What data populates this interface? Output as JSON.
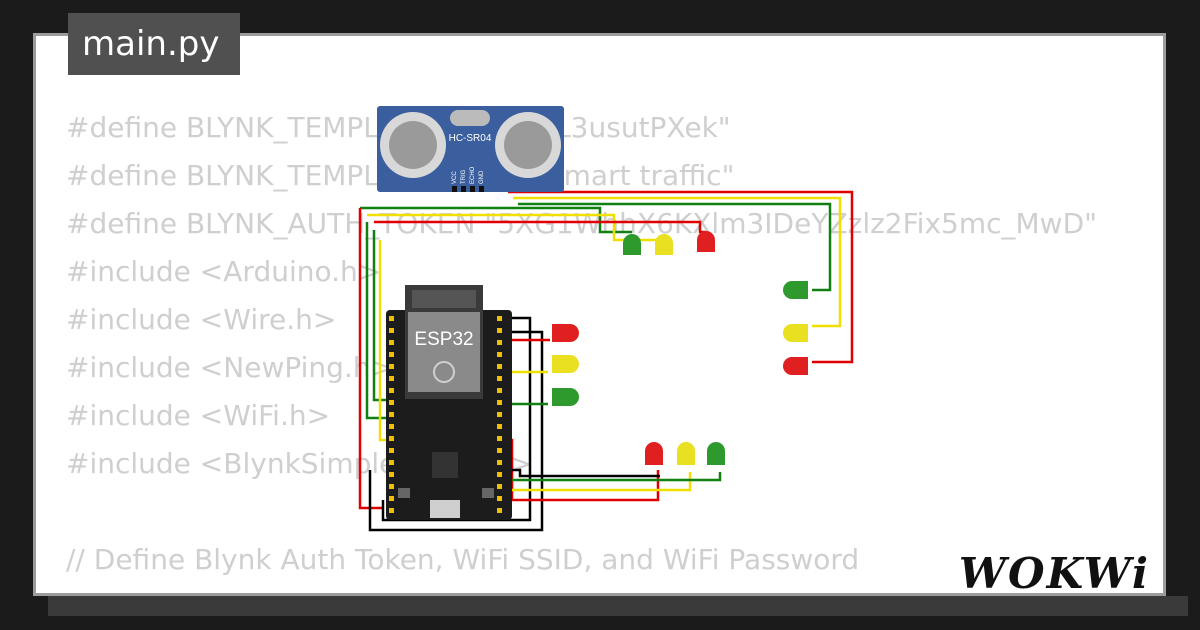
{
  "tab": {
    "filename": "main.py"
  },
  "code_lines": [
    "#define BLYNK_TEMPLATE_ID \"TMPL3usutPXek\"",
    "#define BLYNK_TEMPLATE_NAME \"smart traffic\"",
    "#define BLYNK_AUTH_TOKEN \"5XG1WhhX6KXlm3IDeYZzlz2Fix5mc_MwD\"",
    "#include <Arduino.h>",
    "#include <Wire.h>",
    "#include <NewPing.h>",
    "#include <WiFi.h>",
    "#include <BlynkSimpleEsp32.h>",
    "",
    "// Define Blynk Auth Token, WiFi SSID, and WiFi Password"
  ],
  "sensor": {
    "label": "HC-SR04",
    "pins": [
      "VCC",
      "TRIG",
      "ECHO",
      "GND"
    ]
  },
  "board": {
    "label": "ESP32"
  },
  "brand": {
    "logo_text": "WOKWi"
  },
  "colors": {
    "led_red": "#e02020",
    "led_yellow": "#e8e020",
    "led_green": "#2e9a2e",
    "wire_red": "#e00000",
    "wire_yellow": "#f0e000",
    "wire_green": "#108010",
    "wire_black": "#000000",
    "board": "#1c1c1c",
    "sensor": "#3a5e9e"
  }
}
